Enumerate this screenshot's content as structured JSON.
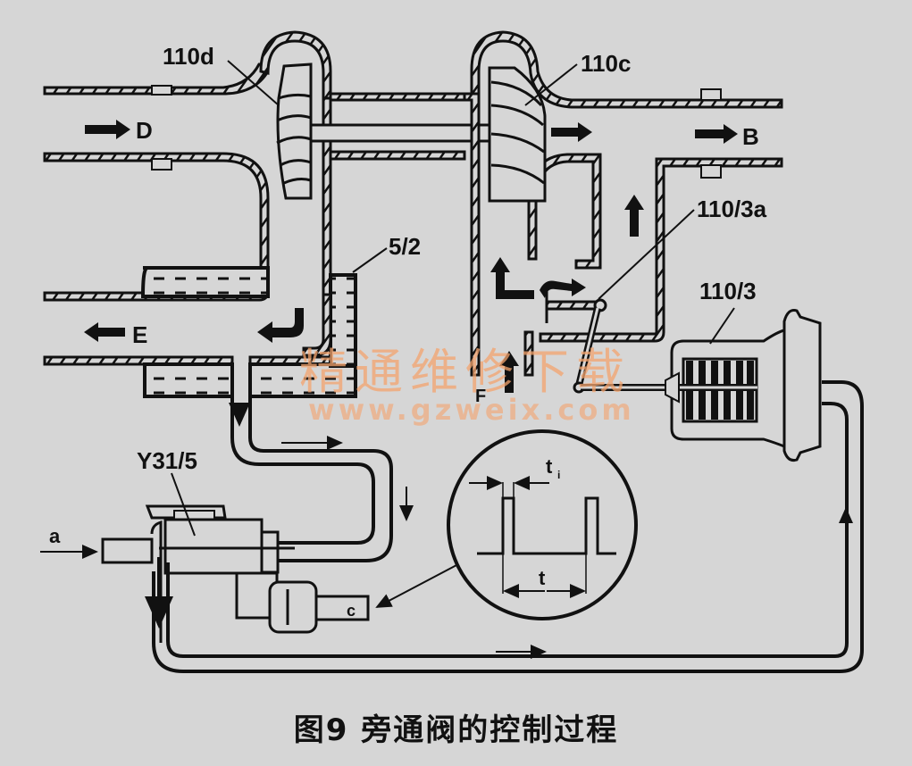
{
  "figure": {
    "caption": "图9 旁通阀的控制过程",
    "background_color": "#d6d6d6",
    "line_color": "#111111"
  },
  "labels": {
    "compressor_wheel": "110d",
    "turbine_wheel": "110c",
    "intercooler_or_charge_part": "5/2",
    "wastegate_flap": "110/3a",
    "wastegate_actuator": "110/3",
    "solenoid_valve": "Y31/5",
    "flow_D": "D",
    "flow_B": "B",
    "flow_E": "E",
    "flow_F": "F",
    "port_a": "a",
    "connector_c": "c"
  },
  "pulse_inset": {
    "ti_label": "t",
    "ti_subscript": "i",
    "t_label": "t"
  },
  "watermark": {
    "text_cn": "精通维修下载",
    "text_url": "www.gzweix.com",
    "color": "#f4a46e"
  }
}
